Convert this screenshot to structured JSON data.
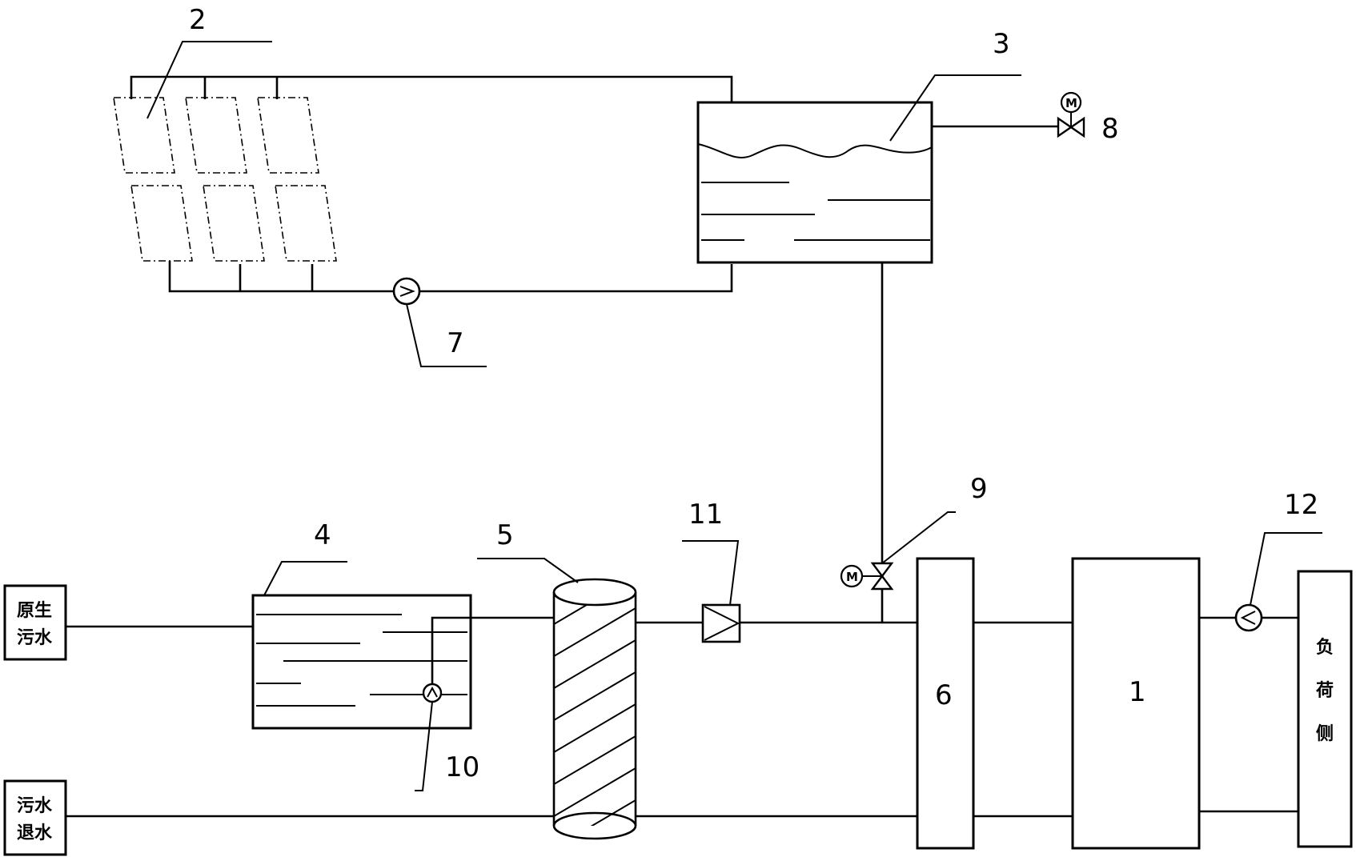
{
  "labels": {
    "heat_pump": "1",
    "solar_collectors": "2",
    "hot_water_tank": "3",
    "sewage_pool": "4",
    "filter": "5",
    "heat_exchanger": "6",
    "circulation_pump": "7",
    "exhaust_valve": "8",
    "motorized_valve": "9",
    "submersible_pump": "10",
    "check_valve": "11",
    "load_pump": "12"
  },
  "boxes": {
    "raw_sewage": [
      "原生",
      "污水"
    ],
    "sewage_return": [
      "污水",
      "退水"
    ],
    "load_side": [
      "负",
      "荷",
      "侧"
    ]
  },
  "symbols": {
    "motor": "M"
  },
  "colors": {
    "line": "#000000",
    "background": "#ffffff"
  }
}
